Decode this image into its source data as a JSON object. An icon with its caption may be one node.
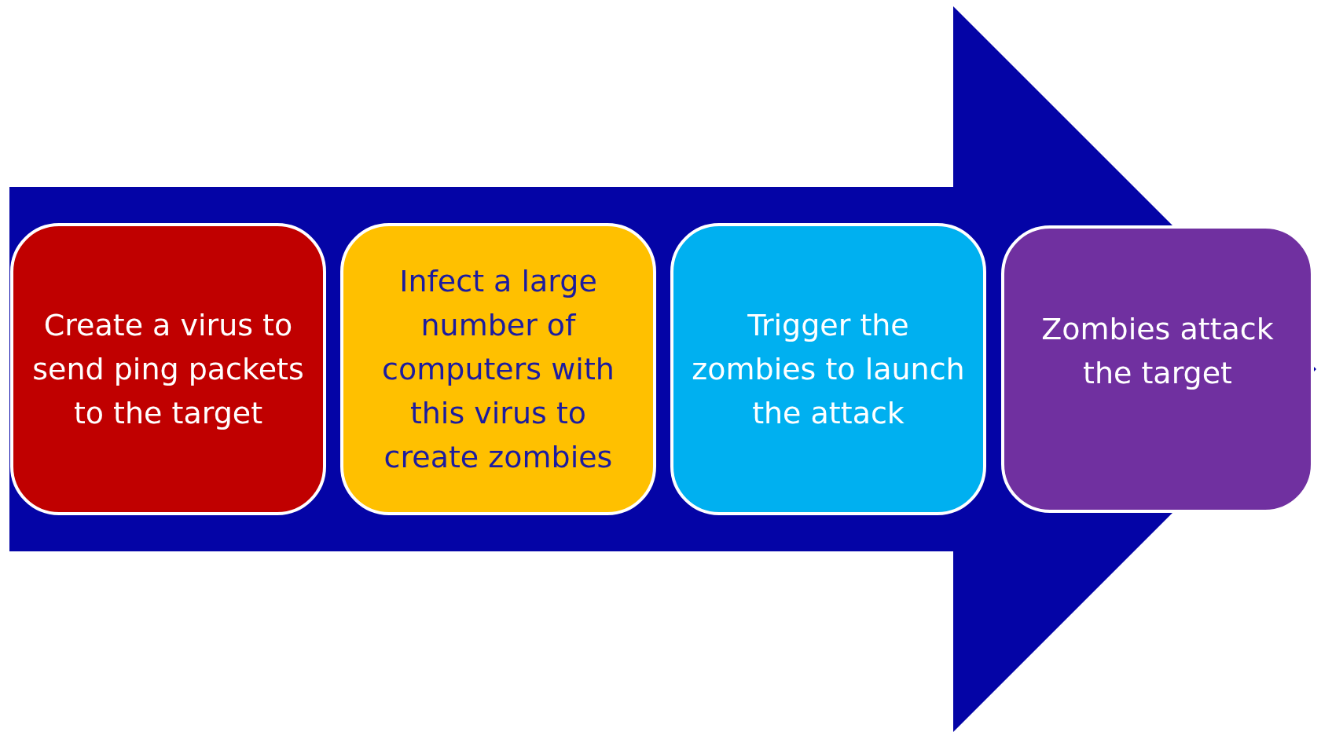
{
  "diagram": {
    "nodes": [
      {
        "text": [
          "Create a virus to send ping packets to the target"
        ]
      },
      {
        "text": [
          "Infect a large number of computers with this virus to create zombies"
        ]
      },
      {
        "text": [
          "Trigger the zombies to launch the attack"
        ]
      },
      {
        "text": [
          "Zombies attack the target"
        ]
      }
    ],
    "edges": [
      {
        "from": 0,
        "to": 3,
        "arrow": "to",
        "style": "thick"
      }
    ]
  }
}
